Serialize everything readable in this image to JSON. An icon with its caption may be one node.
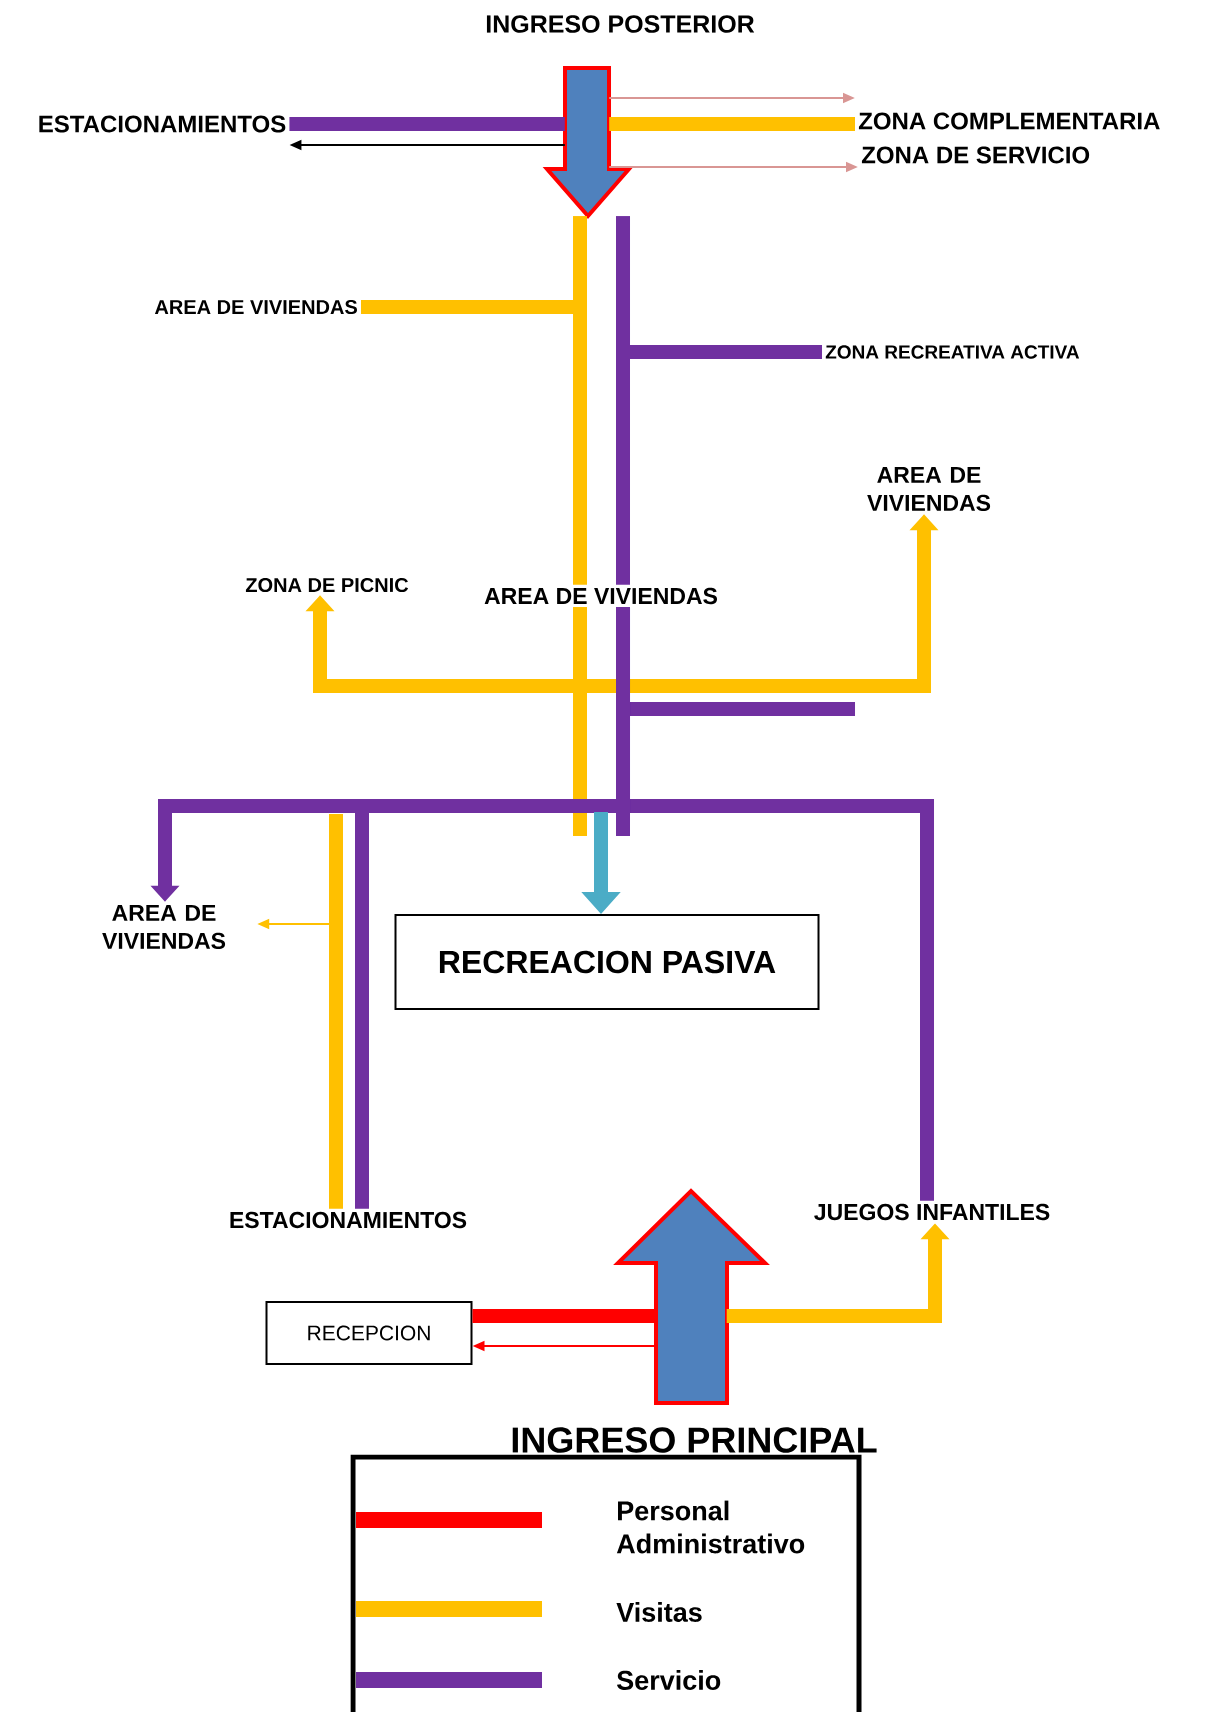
{
  "diagram": {
    "nodes": [
      {
        "text": [],
        "shape": "arrow",
        "beside": [
          "INGRESO POSTERIOR"
        ]
      },
      {
        "text": [
          "ESTACIONAMIENTOS"
        ]
      },
      {
        "text": [
          "ZONA COMPLEMENTARIA"
        ]
      },
      {
        "text": [
          "ZONA DE SERVICIO"
        ]
      },
      {
        "text": [
          "AREA DE VIVIENDAS"
        ]
      },
      {
        "text": [
          "ZONA RECREATIVA ACTIVA"
        ]
      },
      {
        "text": [
          "AREA DE VIVIENDAS"
        ]
      },
      {
        "text": [
          "ZONA DE PICNIC"
        ]
      },
      {
        "text": [
          "AREA DE VIVIENDAS"
        ]
      },
      {
        "text": [
          "AREA DE VIVIENDAS"
        ]
      },
      {
        "text": [
          "RECREACION PASIVA"
        ]
      },
      {
        "text": [
          "ESTACIONAMIENTOS"
        ]
      },
      {
        "text": [
          "JUEGOS INFANTILES"
        ]
      },
      {
        "text": [
          "RECEPCION"
        ]
      },
      {
        "text": [],
        "shape": "arrow",
        "beside": [
          "INGRESO PRINCIPAL"
        ]
      }
    ],
    "edges": [
      {
        "from": 0,
        "to": 1,
        "arrow": "none",
        "color": "#7030a0"
      },
      {
        "from": 0,
        "to": 1,
        "arrow": "to",
        "color": "#000000"
      },
      {
        "from": 0,
        "to": 2,
        "arrow": "none",
        "color": "#ffc000"
      },
      {
        "from": 0,
        "to": 2,
        "arrow": "to",
        "color": "#d99694"
      },
      {
        "from": 0,
        "to": 3,
        "arrow": "to",
        "color": "#d99694"
      },
      {
        "from": 0,
        "to": 8,
        "arrow": "none",
        "color": "#ffc000"
      },
      {
        "from": 0,
        "to": 8,
        "arrow": "none",
        "color": "#7030a0"
      },
      {
        "from": 0,
        "to": 4,
        "arrow": "none",
        "color": "#ffc000"
      },
      {
        "from": 0,
        "to": 5,
        "arrow": "none",
        "color": "#7030a0"
      },
      {
        "from": 8,
        "to": 7,
        "arrow": "to",
        "color": "#ffc000"
      },
      {
        "from": 8,
        "to": 6,
        "arrow": "to",
        "color": "#ffc000"
      },
      {
        "from": 8,
        "to": null,
        "arrow": "none",
        "color": "#7030a0"
      },
      {
        "from": 8,
        "to": 12,
        "arrow": "none",
        "color": "#7030a0"
      },
      {
        "from": 8,
        "to": 11,
        "arrow": "none",
        "color": "#7030a0"
      },
      {
        "from": 8,
        "to": null,
        "arrow": "none",
        "color": "#ffc000"
      },
      {
        "from": 8,
        "to": null,
        "arrow": "none",
        "color": "#7030a0"
      },
      {
        "from": 8,
        "to": 9,
        "arrow": "to",
        "color": "#7030a0"
      },
      {
        "from": null,
        "to": 11,
        "arrow": "none",
        "color": "#ffc000"
      },
      {
        "from": null,
        "to": 9,
        "arrow": "to",
        "color": "#ffc000"
      },
      {
        "from": 14,
        "to": 13,
        "arrow": "none",
        "color": "#ff0000"
      },
      {
        "from": 14,
        "to": 13,
        "arrow": "to",
        "color": "#ff0000"
      },
      {
        "from": 14,
        "to": 12,
        "arrow": "to",
        "color": "#ffc000"
      },
      {
        "from": null,
        "to": 10,
        "arrow": "to",
        "color": "#4bacc6"
      }
    ],
    "legend": [
      {
        "text": "Personal Administrativo",
        "color": "#ff0000"
      },
      {
        "text": "Visitas",
        "color": "#ffc000"
      },
      {
        "text": "Servicio",
        "color": "#7030a0"
      }
    ]
  }
}
